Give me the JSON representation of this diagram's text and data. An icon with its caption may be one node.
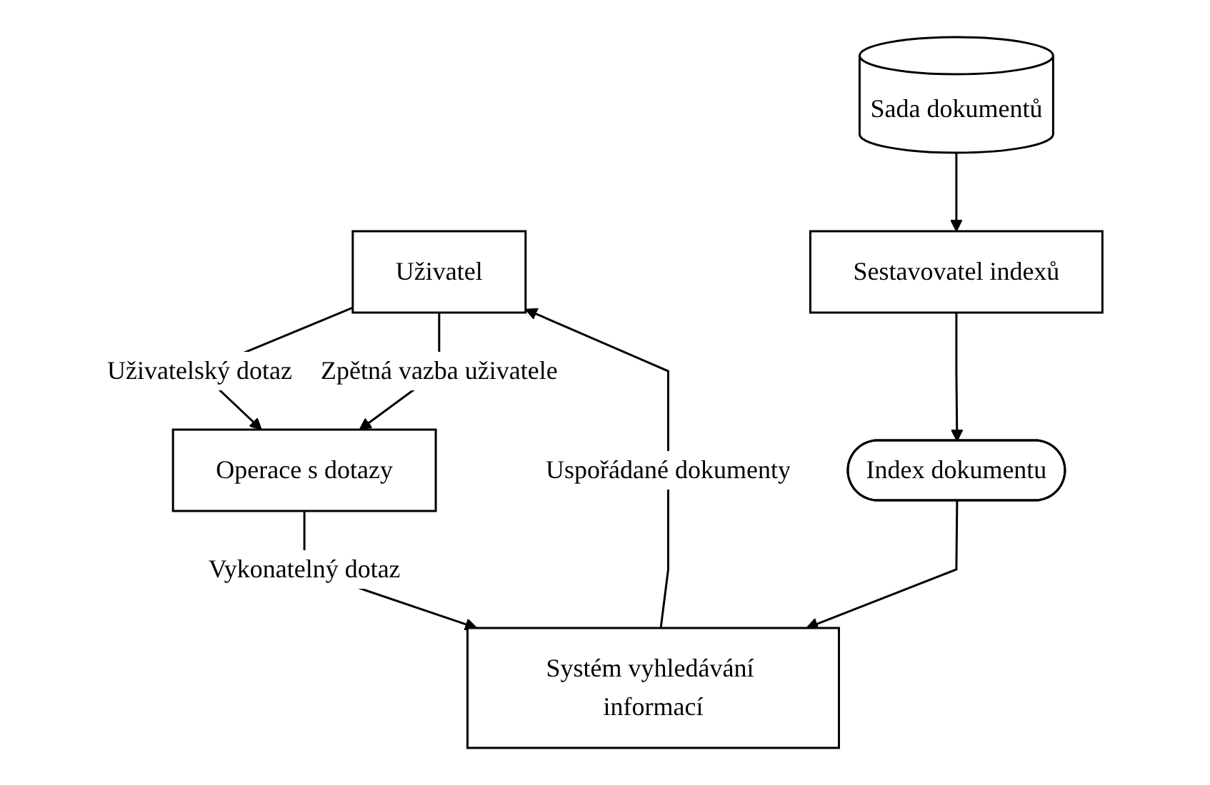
{
  "diagram": {
    "nodes": [
      {
        "text": [
          "Uživatel"
        ]
      },
      {
        "text": [
          "Operace s dotazy"
        ]
      },
      {
        "text": [
          "Systém vyhledávání informací"
        ]
      },
      {
        "text": [
          "Sada dokumentů"
        ]
      },
      {
        "text": [
          "Sestavovatel indexů"
        ]
      },
      {
        "text": [
          "Index dokumentu"
        ]
      }
    ],
    "edges": [
      {
        "from": 0,
        "to": 1,
        "arrow": "to",
        "label": "Uživatelský dotaz"
      },
      {
        "from": 0,
        "to": 1,
        "arrow": "to",
        "label": "Zpětná vazba uživatele"
      },
      {
        "from": 1,
        "to": 2,
        "arrow": "to",
        "label": "Vykonatelný dotaz"
      },
      {
        "from": 2,
        "to": 0,
        "arrow": "to",
        "label": "Uspořádané dokumenty"
      },
      {
        "from": 3,
        "to": 4,
        "arrow": "to"
      },
      {
        "from": 4,
        "to": 5,
        "arrow": "to"
      },
      {
        "from": 5,
        "to": 2,
        "arrow": "to"
      }
    ]
  }
}
